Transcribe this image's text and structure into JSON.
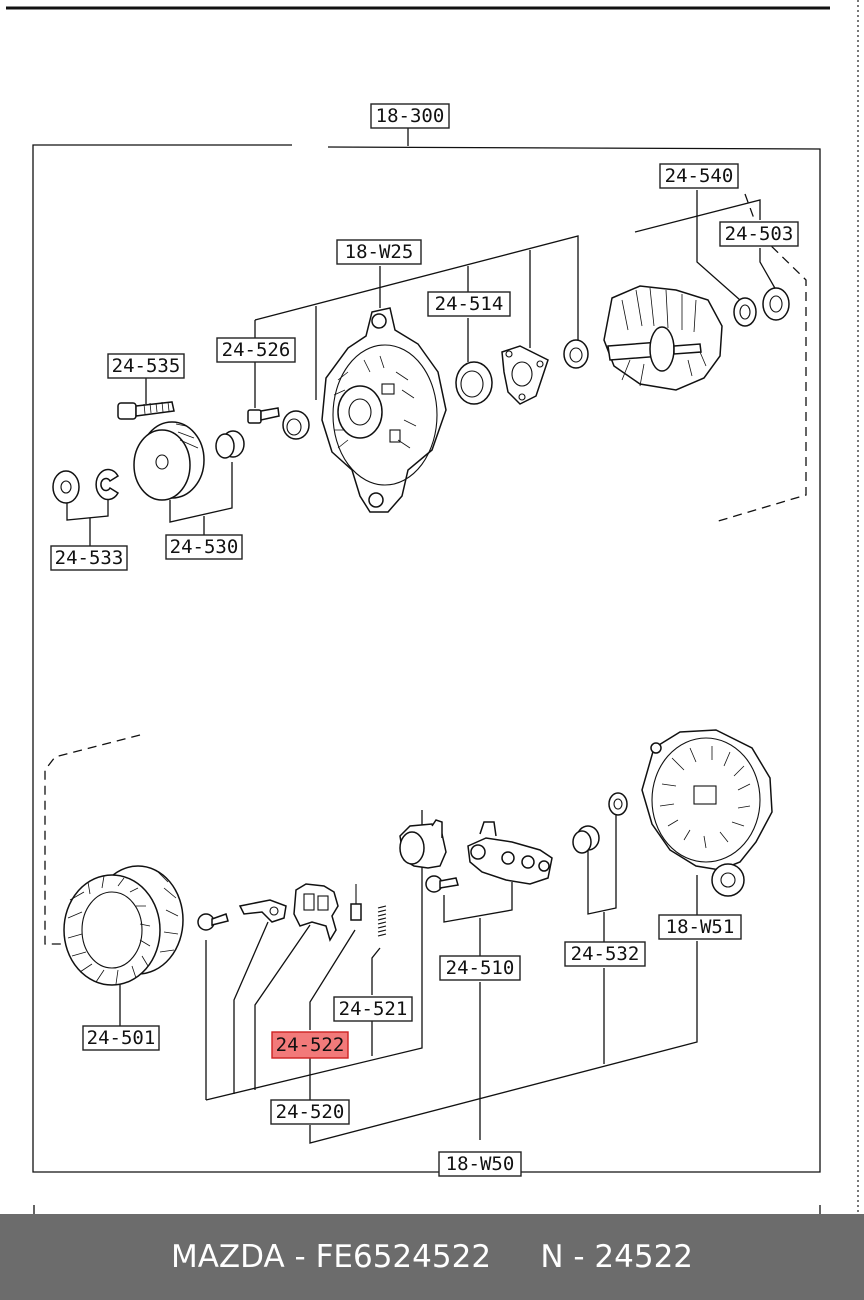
{
  "diagram": {
    "labels": [
      {
        "id": "l-18-300",
        "text": "18-300"
      },
      {
        "id": "l-24-540",
        "text": "24-540"
      },
      {
        "id": "l-24-503",
        "text": "24-503"
      },
      {
        "id": "l-18-w25",
        "text": "18-W25"
      },
      {
        "id": "l-24-514",
        "text": "24-514"
      },
      {
        "id": "l-24-526",
        "text": "24-526"
      },
      {
        "id": "l-24-535",
        "text": "24-535"
      },
      {
        "id": "l-24-533",
        "text": "24-533"
      },
      {
        "id": "l-24-530",
        "text": "24-530"
      },
      {
        "id": "l-24-501",
        "text": "24-501"
      },
      {
        "id": "l-24-521",
        "text": "24-521"
      },
      {
        "id": "l-24-522",
        "text": "24-522",
        "highlight": true
      },
      {
        "id": "l-24-520",
        "text": "24-520"
      },
      {
        "id": "l-24-510",
        "text": "24-510"
      },
      {
        "id": "l-24-532",
        "text": "24-532"
      },
      {
        "id": "l-18-w51",
        "text": "18-W51"
      },
      {
        "id": "l-18-w50",
        "text": "18-W50"
      }
    ],
    "highlight_color": "#f27a7a"
  },
  "footer": {
    "text": "MAZDA - FE6524522     N - 24522",
    "background": "#6c6c6c",
    "color": "#ffffff"
  }
}
